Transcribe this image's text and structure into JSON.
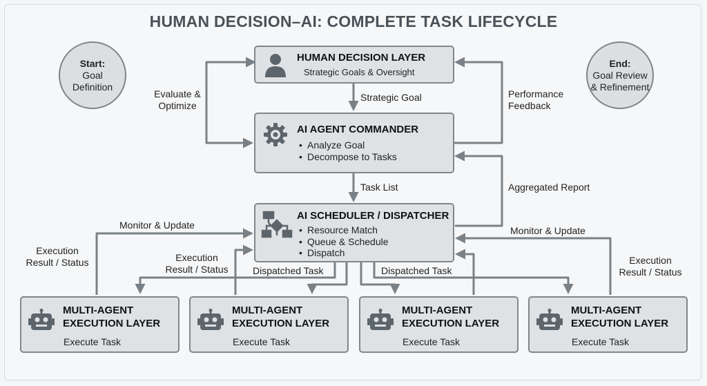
{
  "title": "HUMAN DECISION–AI: COMPLETE TASK LIFECYCLE",
  "start": {
    "heading": "Start:",
    "line1": "Goal",
    "line2": "Definition"
  },
  "end": {
    "heading": "End:",
    "line1": "Goal Review",
    "line2": "& Refinement"
  },
  "human_layer": {
    "title": "HUMAN DECISION LAYER",
    "subtitle": "Strategic Goals & Oversight",
    "icon": "person-icon"
  },
  "commander": {
    "title": "AI AGENT COMMANDER",
    "bullets": [
      "Analyze Goal",
      "Decompose to Tasks"
    ],
    "icon": "gear-icon"
  },
  "scheduler": {
    "title": "AI SCHEDULER / DISPATCHER",
    "bullets": [
      "Resource Match",
      "Queue & Schedule",
      "Dispatch"
    ],
    "icon": "flowchart-icon"
  },
  "agents": [
    {
      "title1": "MULTI-AGENT",
      "title2": "EXECUTION LAYER",
      "task": "Execute Task",
      "icon": "robot-icon"
    },
    {
      "title1": "MULTI-AGENT",
      "title2": "EXECUTION LAYER",
      "task": "Execute Task",
      "icon": "robot-icon"
    },
    {
      "title1": "MULTI-AGENT",
      "title2": "EXECUTION LAYER",
      "task": "Execute Task",
      "icon": "robot-icon"
    },
    {
      "title1": "MULTI-AGENT",
      "title2": "EXECUTION LAYER",
      "task": "Execute Task",
      "icon": "robot-icon"
    }
  ],
  "labels": {
    "strategic_goal": "Strategic Goal",
    "evaluate_1": "Evaluate &",
    "evaluate_2": "Optimize",
    "performance_1": "Performance",
    "performance_2": "Feedback",
    "task_list": "Task List",
    "aggregated_report": "Aggregated Report",
    "monitor_left": "Monitor & Update",
    "monitor_right": "Monitor & Update",
    "exec_result_left_1": "Execution",
    "exec_result_left_2": "Result / Status",
    "exec_result_mid_1": "Execution",
    "exec_result_mid_2": "Result / Status",
    "exec_result_right_1": "Execution",
    "exec_result_right_2": "Result / Status",
    "dispatched_left": "Dispatched Task",
    "dispatched_right": "Dispatched Task"
  },
  "colors": {
    "box_fill": "#dfe2e4",
    "border": "#7f878c",
    "arrow": "#7a8186",
    "title": "#4a5258"
  }
}
